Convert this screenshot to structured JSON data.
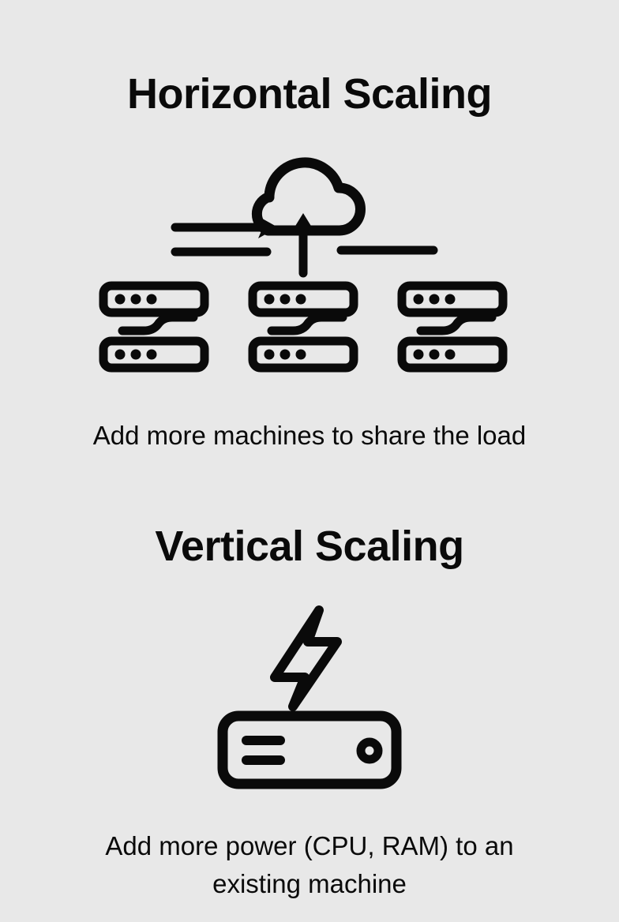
{
  "background_color": "#e8e8e8",
  "ink_color": "#0a0a0a",
  "sections": [
    {
      "id": "horizontal-scaling",
      "title": "Horizontal Scaling",
      "caption": "Add more machines to share the load",
      "icons": [
        "cloud-icon",
        "arrow-right-icon",
        "arrow-up-icon",
        "horizontal-line-left",
        "horizontal-line-right",
        "server-stack-icon",
        "server-stack-icon",
        "server-stack-icon"
      ],
      "server_count": 3,
      "dots_per_server_unit": 3
    },
    {
      "id": "vertical-scaling",
      "title": "Vertical Scaling",
      "caption_line_1": "Add more power (CPU, RAM) to an",
      "caption_line_2": "existing machine",
      "caption": "Add more power (CPU, RAM) to an existing machine",
      "icons": [
        "lightning-bolt-icon",
        "single-server-icon"
      ],
      "server_count": 1
    }
  ]
}
